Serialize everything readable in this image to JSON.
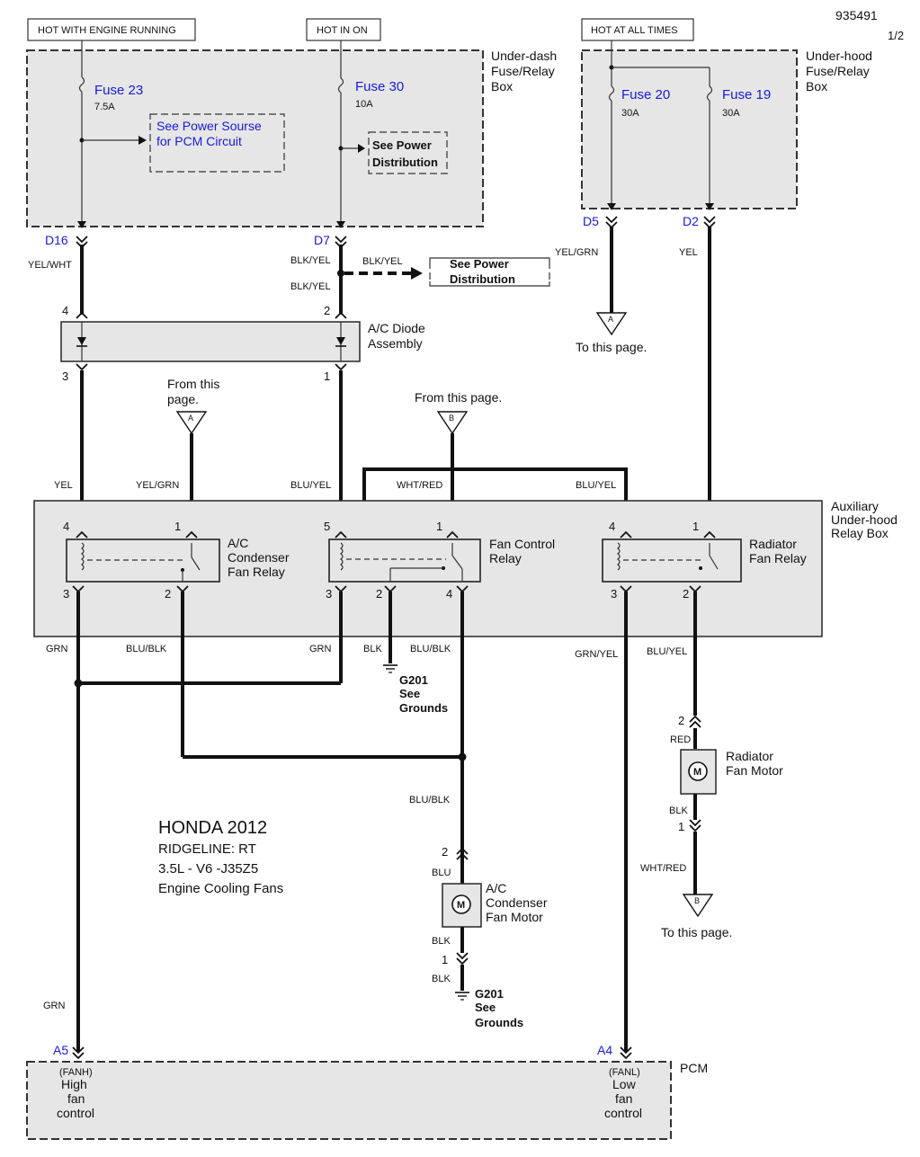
{
  "header": {
    "doc_number": "935491",
    "page_indicator": "1/2",
    "hot_running": "HOT WITH ENGINE RUNNING",
    "hot_in_on": "HOT IN ON",
    "hot_all_times": "HOT AT ALL TIMES"
  },
  "underdash_box": {
    "line1": "Under-dash",
    "line2": "Fuse/Relay",
    "line3": "Box"
  },
  "underhood_box": {
    "line1": "Under-hood",
    "line2": "Fuse/Relay",
    "line3": "Box"
  },
  "fuses": {
    "fuse23": {
      "name": "Fuse 23",
      "rating": "7.5A"
    },
    "fuse30": {
      "name": "Fuse 30",
      "rating": "10A"
    },
    "fuse20": {
      "name": "Fuse 20",
      "rating": "30A"
    },
    "fuse19": {
      "name": "Fuse 19",
      "rating": "30A"
    }
  },
  "notes": {
    "pcm_power_l1": "See Power Sourse",
    "pcm_power_l2": "for PCM Circuit",
    "power_dist_l1": "See Power",
    "power_dist_l2": "Distribution"
  },
  "terminals": {
    "d16": "D16",
    "d7": "D7",
    "d5": "D5",
    "d2": "D2",
    "a5": "A5",
    "a4": "A4"
  },
  "wires": {
    "yel_wht": "YEL/WHT",
    "blk_yel": "BLK/YEL",
    "yel_grn": "YEL/GRN",
    "yel": "YEL",
    "blu_yel": "BLU/YEL",
    "wht_red": "WHT/RED",
    "grn": "GRN",
    "blu_blk": "BLU/BLK",
    "blk": "BLK",
    "grn_yel": "GRN/YEL",
    "red": "RED",
    "blu": "BLU"
  },
  "diode_assembly": {
    "line1": "A/C Diode",
    "line2": "Assembly"
  },
  "references": {
    "to_this_page": "To this page.",
    "from_this_page": "From this page.",
    "from_l1": "From this",
    "from_l2": "page.",
    "a": "A",
    "b": "B"
  },
  "aux_box": {
    "line1": "Auxiliary",
    "line2": "Under-hood",
    "line3": "Relay Box"
  },
  "relays": {
    "ac_condenser": {
      "l1": "A/C",
      "l2": "Condenser",
      "l3": "Fan Relay"
    },
    "fan_control": {
      "l1": "Fan Control",
      "l2": "Relay"
    },
    "radiator": {
      "l1": "Radiator",
      "l2": "Fan Relay"
    }
  },
  "pins": {
    "p1": "1",
    "p2": "2",
    "p3": "3",
    "p4": "4",
    "p5": "5"
  },
  "grounds": {
    "name": "G201",
    "see": "See",
    "grounds": "Grounds"
  },
  "motors": {
    "radiator": {
      "l1": "Radiator",
      "l2": "Fan Motor"
    },
    "ac_condenser": {
      "l1": "A/C",
      "l2": "Condenser",
      "l3": "Fan Motor"
    },
    "symbol": "M"
  },
  "vehicle": {
    "make_year": "HONDA 2012",
    "model": "RIDGELINE: RT",
    "engine": "3.5L - V6 -J35Z5",
    "system": "Engine Cooling Fans"
  },
  "pcm": {
    "label": "PCM",
    "fanh": "(FANH)",
    "high_l1": "High",
    "high_l2": "fan",
    "high_l3": "control",
    "fanl": "(FANL)",
    "low_l1": "Low",
    "low_l2": "fan",
    "low_l3": "control"
  }
}
